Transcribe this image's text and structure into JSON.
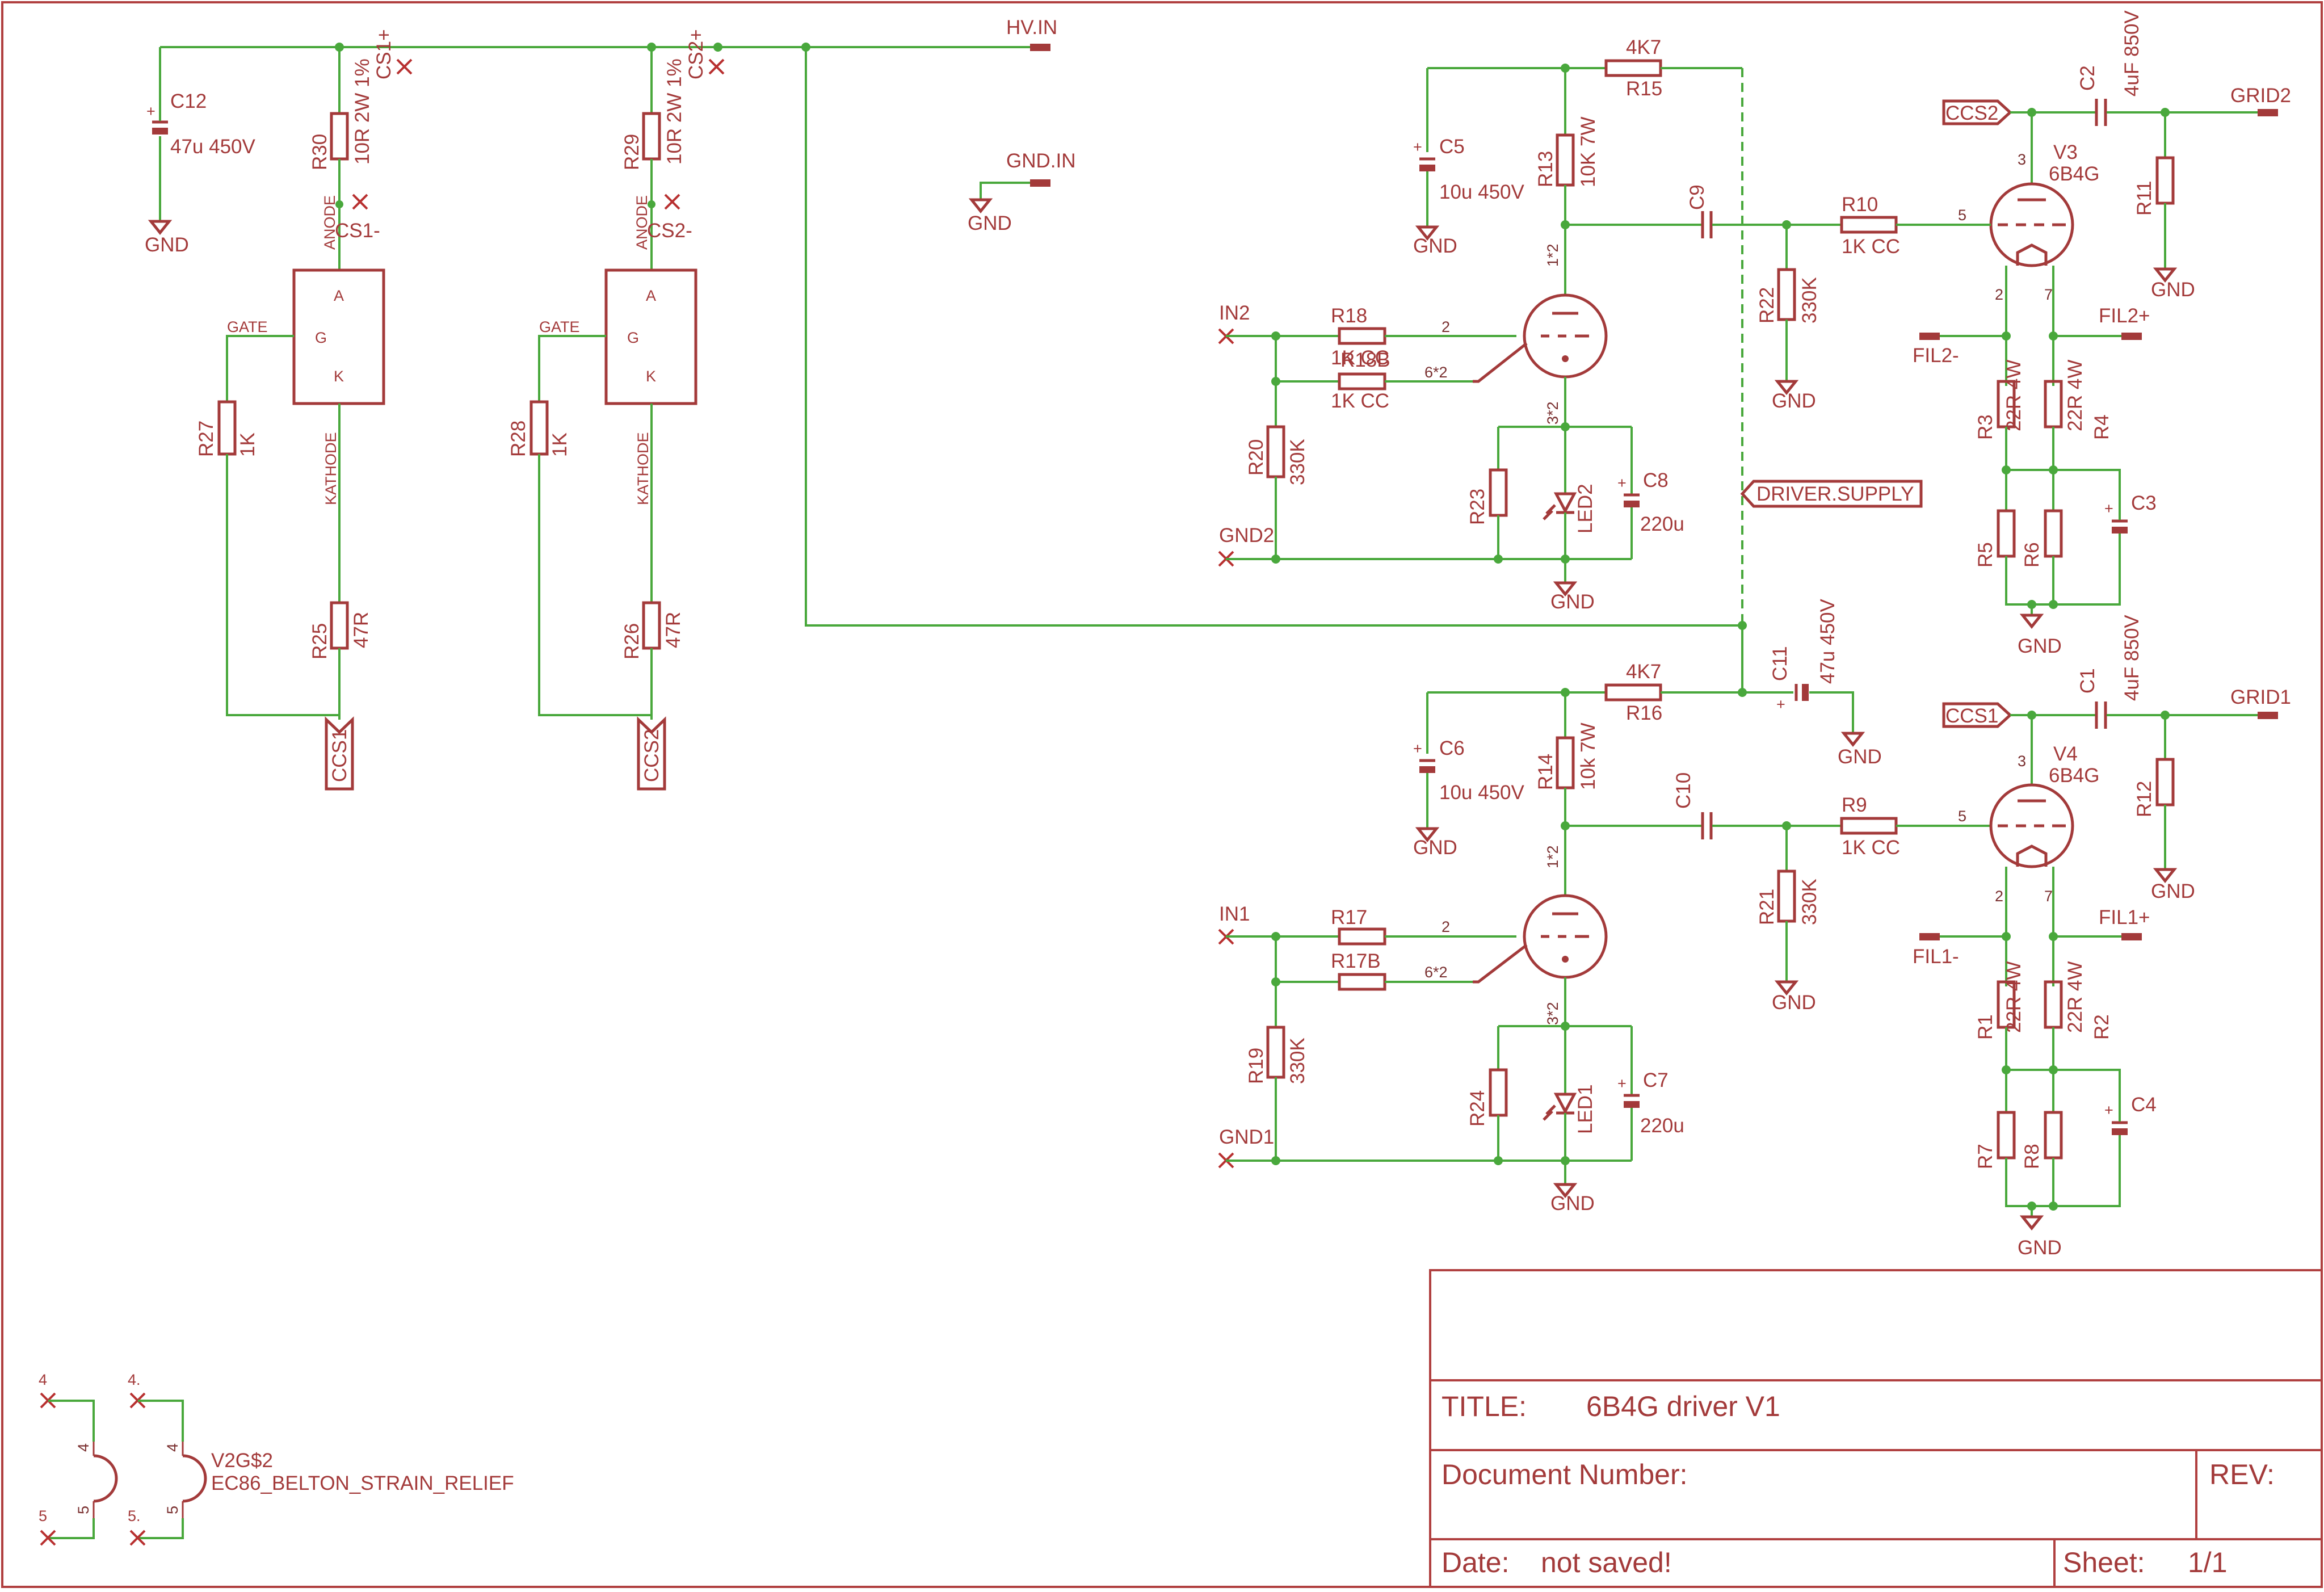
{
  "title_block": {
    "title_label": "TITLE:",
    "title": "6B4G driver V1",
    "doc_label": "Document Number:",
    "rev_label": "REV:",
    "date_label": "Date:",
    "date_value": "not saved!",
    "sheet_label": "Sheet:",
    "sheet_value": "1/1"
  },
  "nets": {
    "hv_in": "HV.IN",
    "gnd_in": "GND.IN",
    "driver_supply": "DRIVER.SUPPLY",
    "ccs1": "CCS1",
    "ccs2": "CCS2",
    "grid1": "GRID1",
    "grid2": "GRID2",
    "in1": "IN1",
    "in2": "IN2",
    "gnd1": "GND1",
    "gnd2": "GND2",
    "fil1_plus": "FIL1+",
    "fil1_minus": "FIL1-",
    "fil2_plus": "FIL2+",
    "fil2_minus": "FIL2-",
    "cs1_plus": "CS1+",
    "cs1_minus": "CS1-",
    "cs2_plus": "CS2+",
    "cs2_minus": "CS2-",
    "gate": "GATE",
    "anode": "ANODE",
    "kathode": "KATHODE",
    "gnd": "GND"
  },
  "components": {
    "c12": {
      "name": "C12",
      "value": "47u 450V"
    },
    "r30": {
      "name": "R30",
      "value": "10R 2W 1%"
    },
    "r29": {
      "name": "R29",
      "value": "10R 2W 1%"
    },
    "r27": {
      "name": "R27",
      "value": "1K"
    },
    "r28": {
      "name": "R28",
      "value": "1K"
    },
    "r25": {
      "name": "R25",
      "value": "47R"
    },
    "r26": {
      "name": "R26",
      "value": "47R"
    },
    "c5": {
      "name": "C5",
      "value": "10u 450V"
    },
    "c6": {
      "name": "C6",
      "value": "10u 450V"
    },
    "r13": {
      "name": "R13",
      "value": "10K 7W"
    },
    "r14": {
      "name": "R14",
      "value": "10k 7W"
    },
    "r15": {
      "name": "R15",
      "value": "4K7"
    },
    "r16": {
      "name": "R16",
      "value": "4K7"
    },
    "c9": {
      "name": "C9"
    },
    "c10": {
      "name": "C10"
    },
    "r10": {
      "name": "R10",
      "value": "1K CC"
    },
    "r9": {
      "name": "R9",
      "value": "1K CC"
    },
    "r22": {
      "name": "R22",
      "value": "330K"
    },
    "r21": {
      "name": "R21",
      "value": "330K"
    },
    "r18": {
      "name": "R18"
    },
    "r18b": {
      "name": "R18B",
      "value": "1K CC"
    },
    "r18_overlap": "1K CC",
    "r17": {
      "name": "R17"
    },
    "r17b": {
      "name": "R17B"
    },
    "r20": {
      "name": "R20",
      "value": "330K"
    },
    "r19": {
      "name": "R19",
      "value": "330K"
    },
    "r23": {
      "name": "R23"
    },
    "r24": {
      "name": "R24"
    },
    "led2": {
      "name": "LED2"
    },
    "led1": {
      "name": "LED1"
    },
    "c8": {
      "name": "C8",
      "value": "220u"
    },
    "c7": {
      "name": "C7",
      "value": "220u"
    },
    "c11": {
      "name": "C11",
      "value": "47u 450V"
    },
    "v3": {
      "name": "V3",
      "value": "6B4G"
    },
    "v4": {
      "name": "V4",
      "value": "6B4G"
    },
    "c2": {
      "name": "C2",
      "value": "4uF 850V"
    },
    "c1": {
      "name": "C1",
      "value": "4uF 850V"
    },
    "r11": {
      "name": "R11"
    },
    "r12": {
      "name": "R12"
    },
    "r3": {
      "name": "R3",
      "value": "22R 4W"
    },
    "r4": {
      "name": "R4",
      "value": "22R 4W"
    },
    "r1": {
      "name": "R1",
      "value": "22R 4W"
    },
    "r2": {
      "name": "R2",
      "value": "22R 4W"
    },
    "r5": {
      "name": "R5"
    },
    "r6": {
      "name": "R6"
    },
    "r7": {
      "name": "R7"
    },
    "r8": {
      "name": "R8"
    },
    "c3": {
      "name": "C3"
    },
    "c4": {
      "name": "C4"
    },
    "v2g": {
      "name": "V2G$2",
      "value": "EC86_BELTON_STRAIN_RELIEF"
    }
  },
  "pins": {
    "a": "A",
    "g": "G",
    "k": "K",
    "p1x2": "1*2",
    "p2": "2",
    "p3x2": "3*2",
    "p6x2": "6*2",
    "p3": "3",
    "p5": "5",
    "p7": "7",
    "p4": "4",
    "p4dot": "4.",
    "p5pin": "5",
    "p5dot": "5."
  }
}
